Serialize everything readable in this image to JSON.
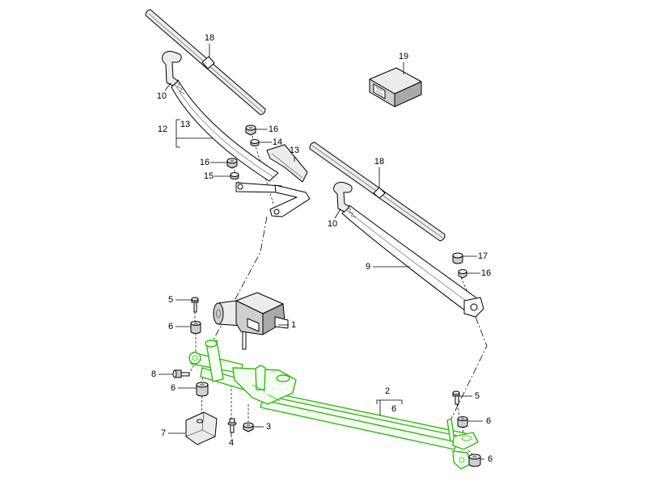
{
  "colors": {
    "highlight": "#2fba12",
    "line": "#000000"
  },
  "callouts": [
    "18",
    "19",
    "10",
    "12",
    "13",
    "16",
    "14",
    "13",
    "16",
    "15",
    "18",
    "10",
    "17",
    "9",
    "16",
    "5",
    "1",
    "6",
    "8",
    "6",
    "2",
    "6",
    "5",
    "6",
    "7",
    "4",
    "3",
    "6"
  ]
}
